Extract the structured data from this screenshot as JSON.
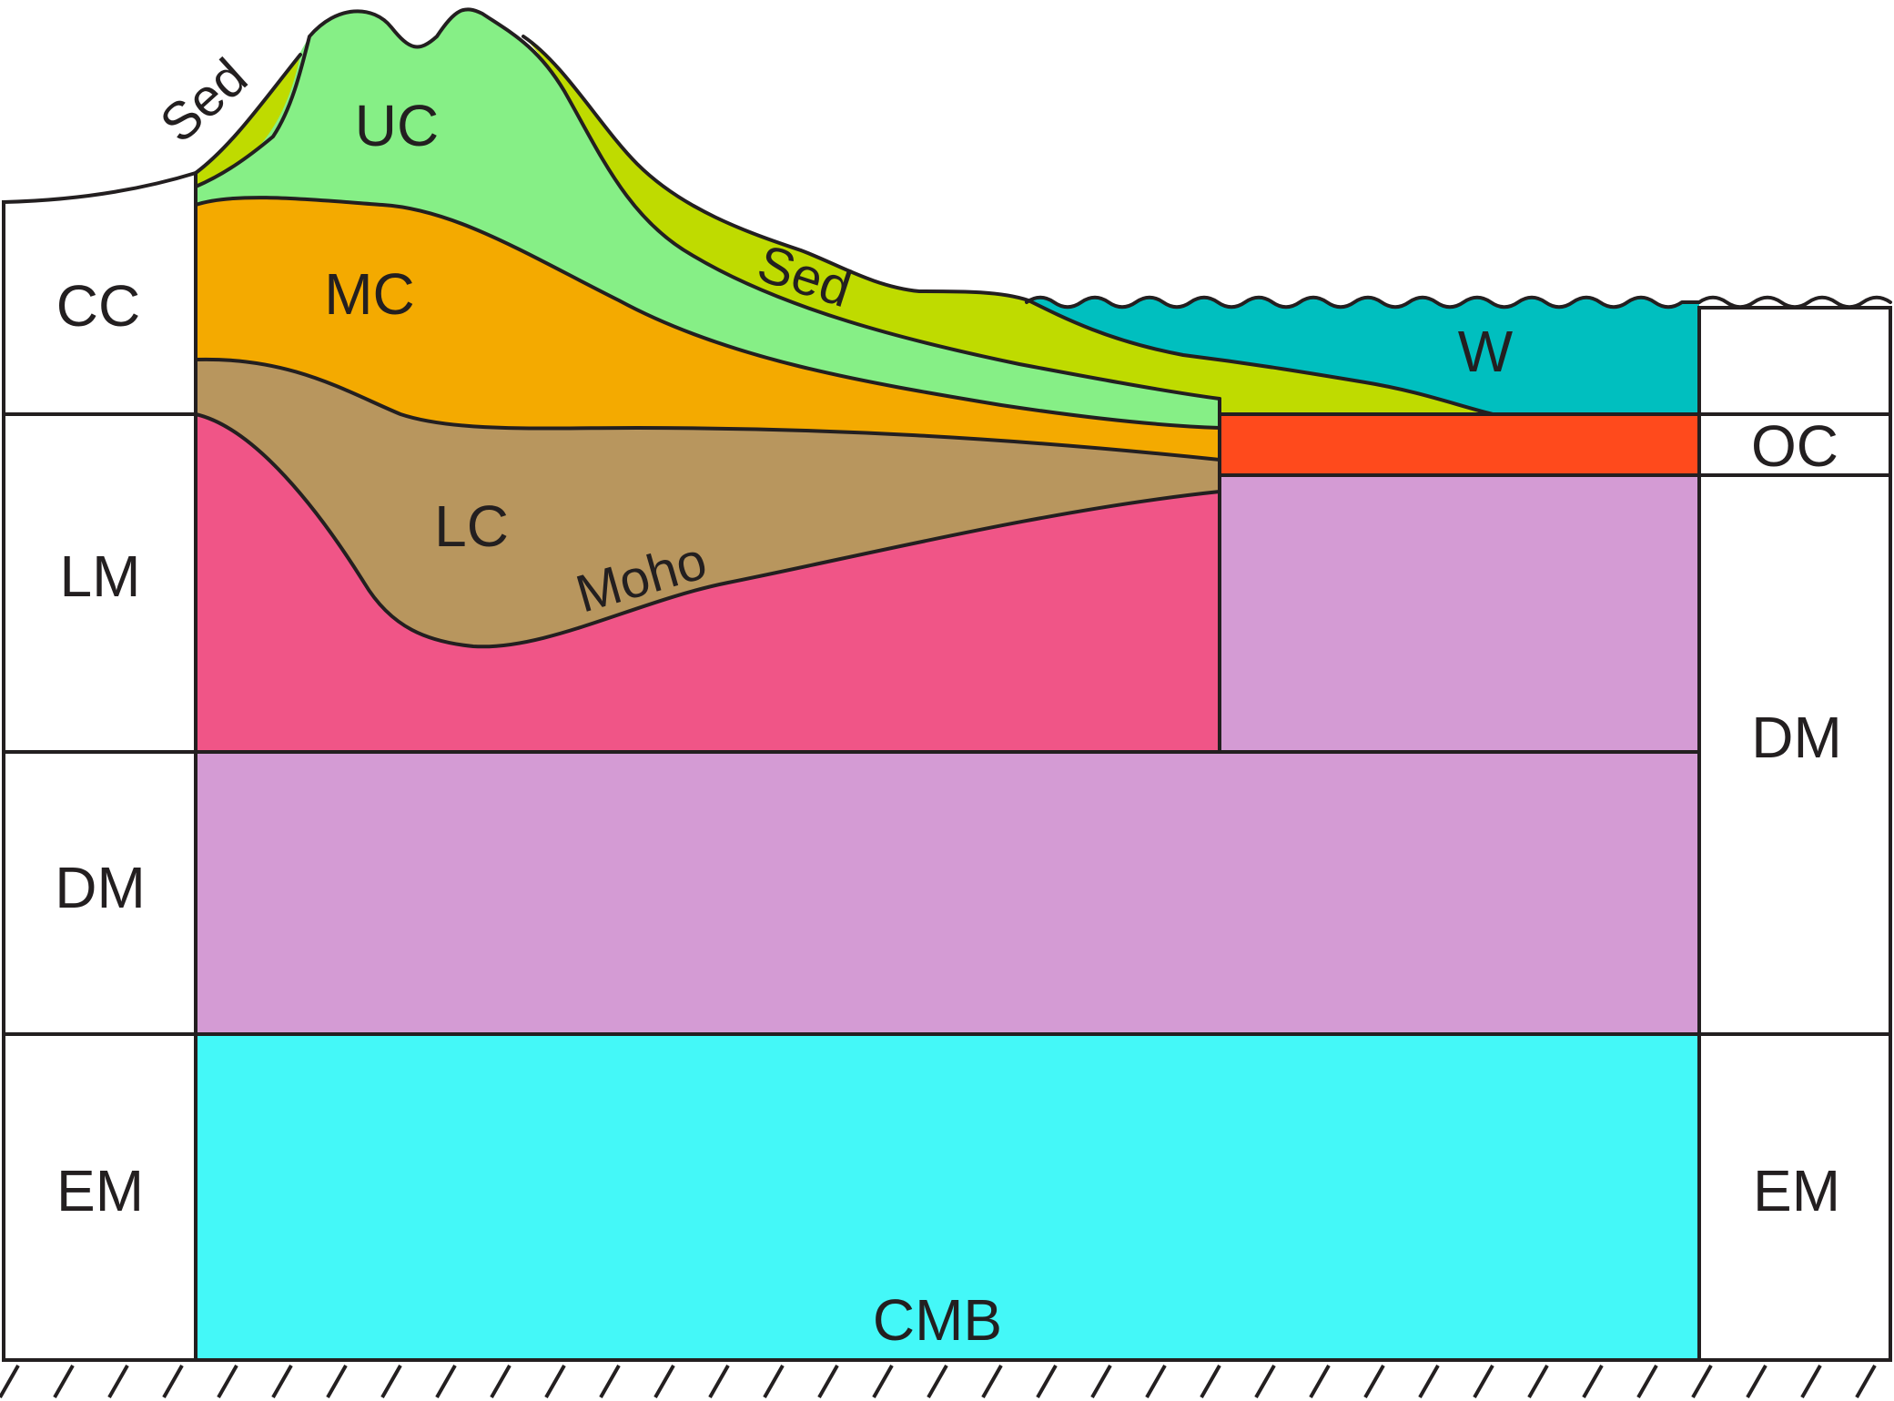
{
  "colors": {
    "upper_crust": "#86ef86",
    "sediment": "#bfdb00",
    "middle_crust": "#f4aa00",
    "lower_crust": "#b8965e",
    "lithospheric_mantle": "#f05587",
    "depleted_mantle": "#d49bd4",
    "enriched_mantle": "#44f8f8",
    "water": "#00bfbf",
    "oceanic_crust": "#ff4a1c",
    "line": "#231f20"
  },
  "left_column": {
    "cc": "CC",
    "lm": "LM",
    "dm": "DM",
    "em": "EM"
  },
  "right_column": {
    "oc": "OC",
    "dm": "DM",
    "em": "EM"
  },
  "layers": {
    "sed_top": "Sed",
    "uc": "UC",
    "mc": "MC",
    "sed_slope": "Sed",
    "w": "W",
    "lc": "LC",
    "moho": "Moho",
    "cmb": "CMB"
  }
}
